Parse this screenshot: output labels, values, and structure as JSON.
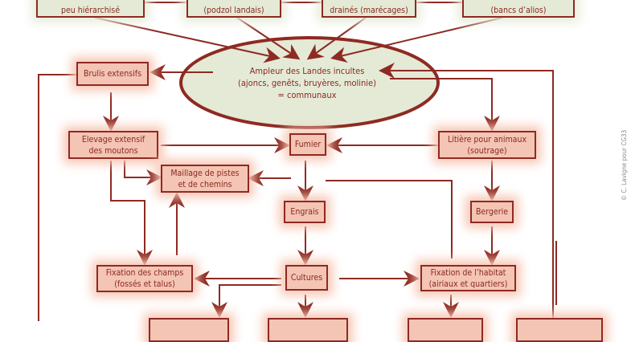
{
  "top_boxes": [
    {
      "text": "peu hiérarchisé"
    },
    {
      "text": "(podzol landais)"
    },
    {
      "text": "drainés (marécages)"
    },
    {
      "text": "(bancs d’alios)"
    }
  ],
  "center": {
    "line1": "Ampleur des Landes incultes",
    "line2": "(ajoncs, genêts, bruyères, molinie)",
    "line3": "= communaux"
  },
  "nodes": {
    "brulis": "Brulis extensifs",
    "elevage_1": "Elevage extensif",
    "elevage_2": "des moutons",
    "fumier": "Fumier",
    "litiere_1": "Litière pour animaux",
    "litiere_2": "(soutrage)",
    "maillage_1": "Maillage de pistes",
    "maillage_2": "et de chemins",
    "engrais": "Engrais",
    "bergerie": "Bergerie",
    "champs_1": "Fixation des champs",
    "champs_2": "(fossés et talus)",
    "cultures": "Cultures",
    "habitat_1": "Fixation de l’habitat",
    "habitat_2": "(airiaux et quartiers)"
  },
  "credit": "© C. Lavigne pour CG33",
  "colors": {
    "stroke": "#8e2a22",
    "green": "#e4ead6",
    "red": "#f4c4b4"
  }
}
